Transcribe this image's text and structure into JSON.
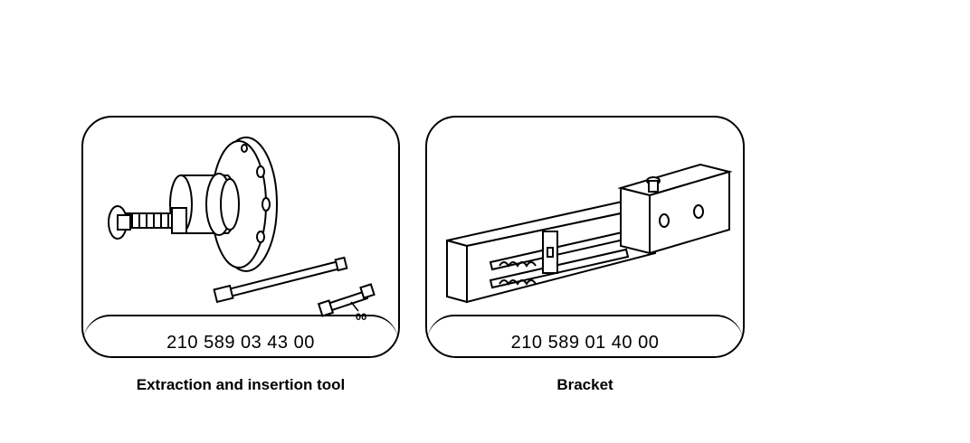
{
  "tools": [
    {
      "part_number": "210 589 03 43 00",
      "caption": "Extraction and insertion tool",
      "callout": "00",
      "icon": "extraction-tool-illustration"
    },
    {
      "part_number": "210 589 01 40 00",
      "caption": "Bracket",
      "icon": "bracket-illustration"
    }
  ]
}
